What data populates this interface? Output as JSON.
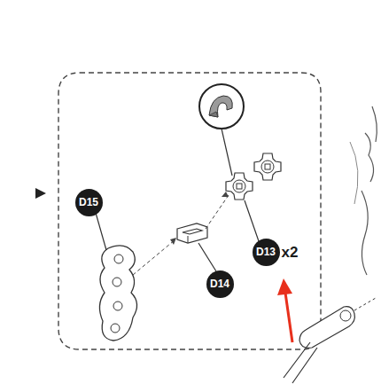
{
  "diagram": {
    "nodes": [
      {
        "text": [
          "D15"
        ]
      },
      {
        "text": [
          "D13",
          "x2"
        ]
      },
      {
        "text": [
          "D14"
        ]
      }
    ]
  }
}
